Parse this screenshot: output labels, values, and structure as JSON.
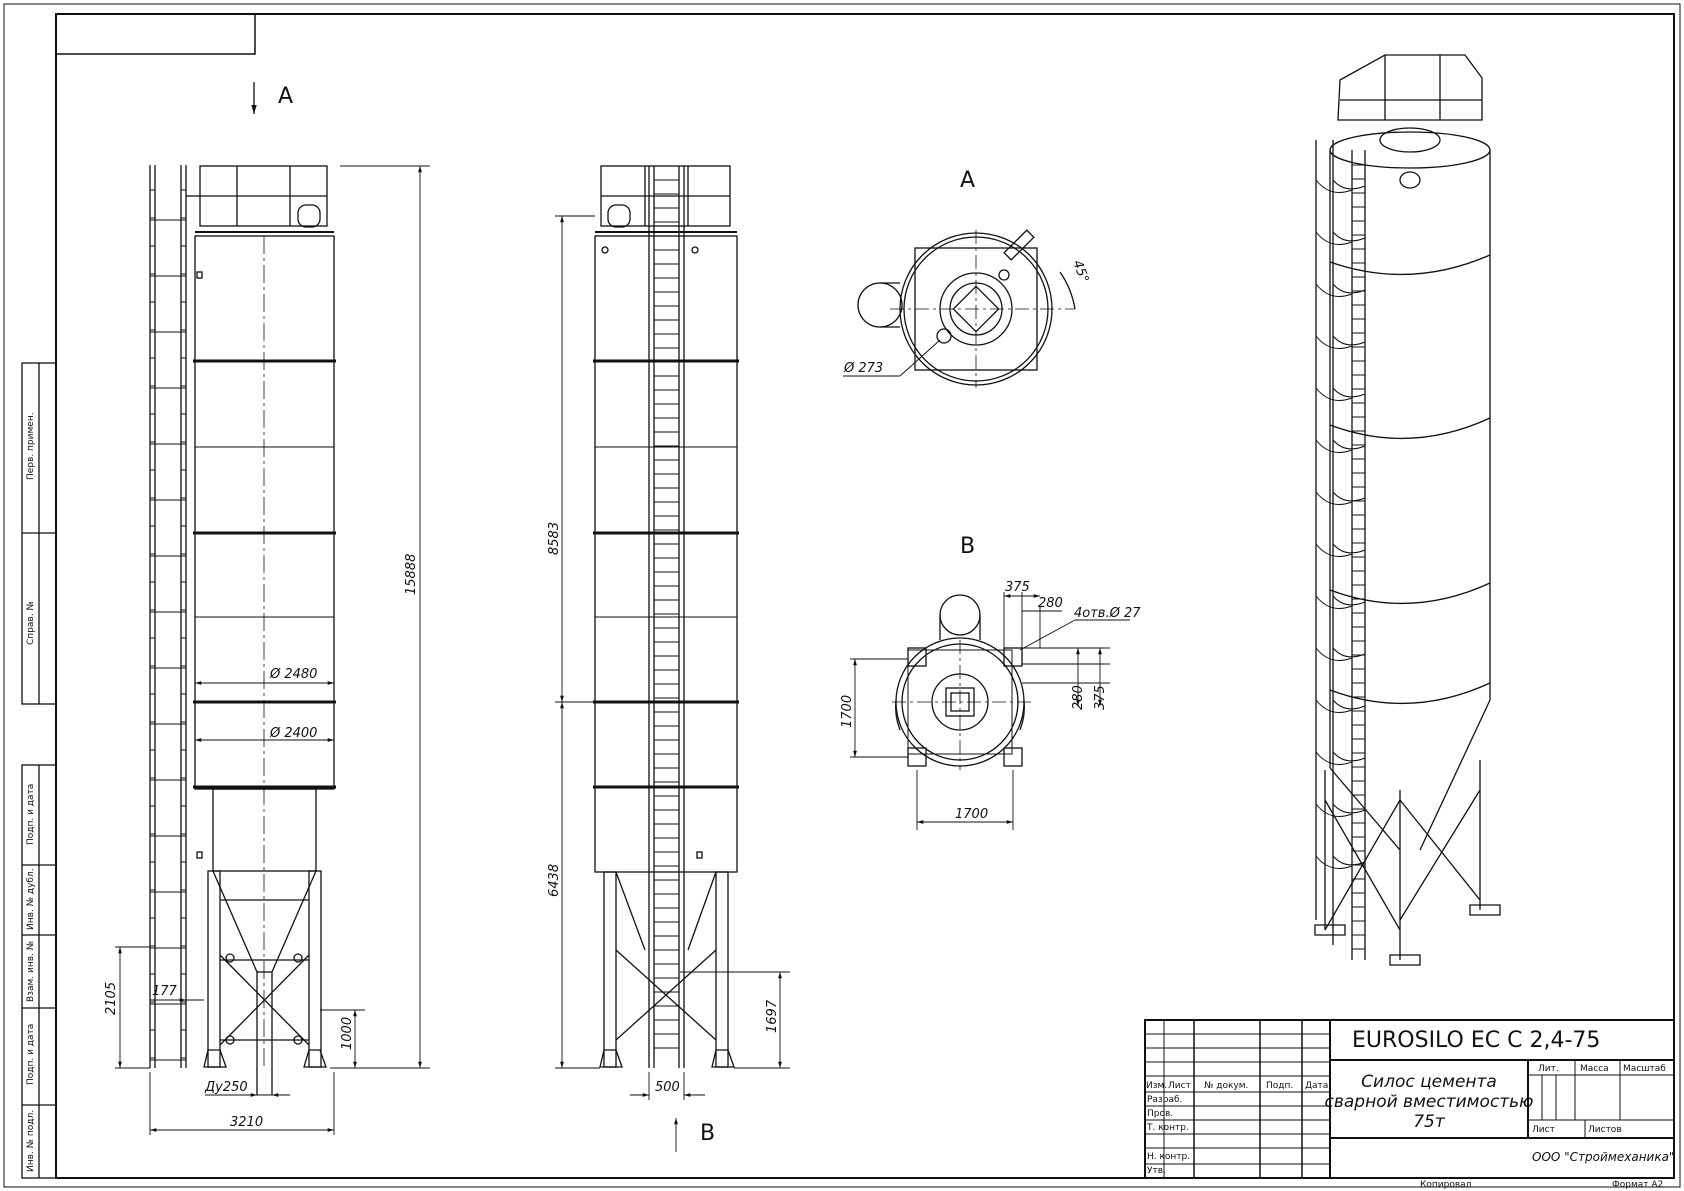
{
  "views": {
    "view_a_arrow": "A",
    "view_a_title": "A",
    "view_b_title": "B",
    "view_b_arrow": "B"
  },
  "dims": {
    "height_total": "15888",
    "dia_2480": "Ø 2480",
    "dia_2400": "Ø 2400",
    "offset_177": "177",
    "leg_2105": "2105",
    "base_1000": "1000",
    "du250": "Ду250",
    "width_3210": "3210",
    "h_8583": "8583",
    "h_6438": "6438",
    "h_1697": "1697",
    "w_500": "500",
    "dia_273": "Ø 273",
    "angle_45": "45°",
    "d_375_top": "375",
    "d_280_top": "280",
    "holes": "4отв.Ø 27",
    "d_280_side": "280",
    "d_375_side": "375",
    "d_1700_v": "1700",
    "d_1700_h": "1700"
  },
  "side_stamp": {
    "perv_primen": "Перв. примен.",
    "sprav_no": "Справ. №",
    "podp_data_1": "Подп. и дата",
    "inv_dubl": "Инв. № дубл.",
    "vzam_inv": "Взам. инв. №",
    "podp_data_2": "Подп. и дата",
    "inv_podl": "Инв. № подл."
  },
  "title_block": {
    "designation": "EUROSILO EC C 2,4-75",
    "name_line1": "Силос цемента",
    "name_line2": "сварной вместимостью",
    "name_line3": "75т",
    "col_izm": "Изм.",
    "col_list": "Лист",
    "col_dokum": "№ докум.",
    "col_podp": "Подп.",
    "col_data": "Дата",
    "row_razrab": "Разраб.",
    "row_prov": "Пров.",
    "row_tkontr": "Т. контр.",
    "row_nkontr": "Н. контр.",
    "row_utv": "Утв.",
    "lit": "Лит.",
    "massa": "Масса",
    "masshtab": "Масштаб",
    "list": "Лист",
    "listov": "Листов",
    "company": "ООО \"Строймеханика\"",
    "kopiroval": "Копировал",
    "format": "Формат А2"
  }
}
